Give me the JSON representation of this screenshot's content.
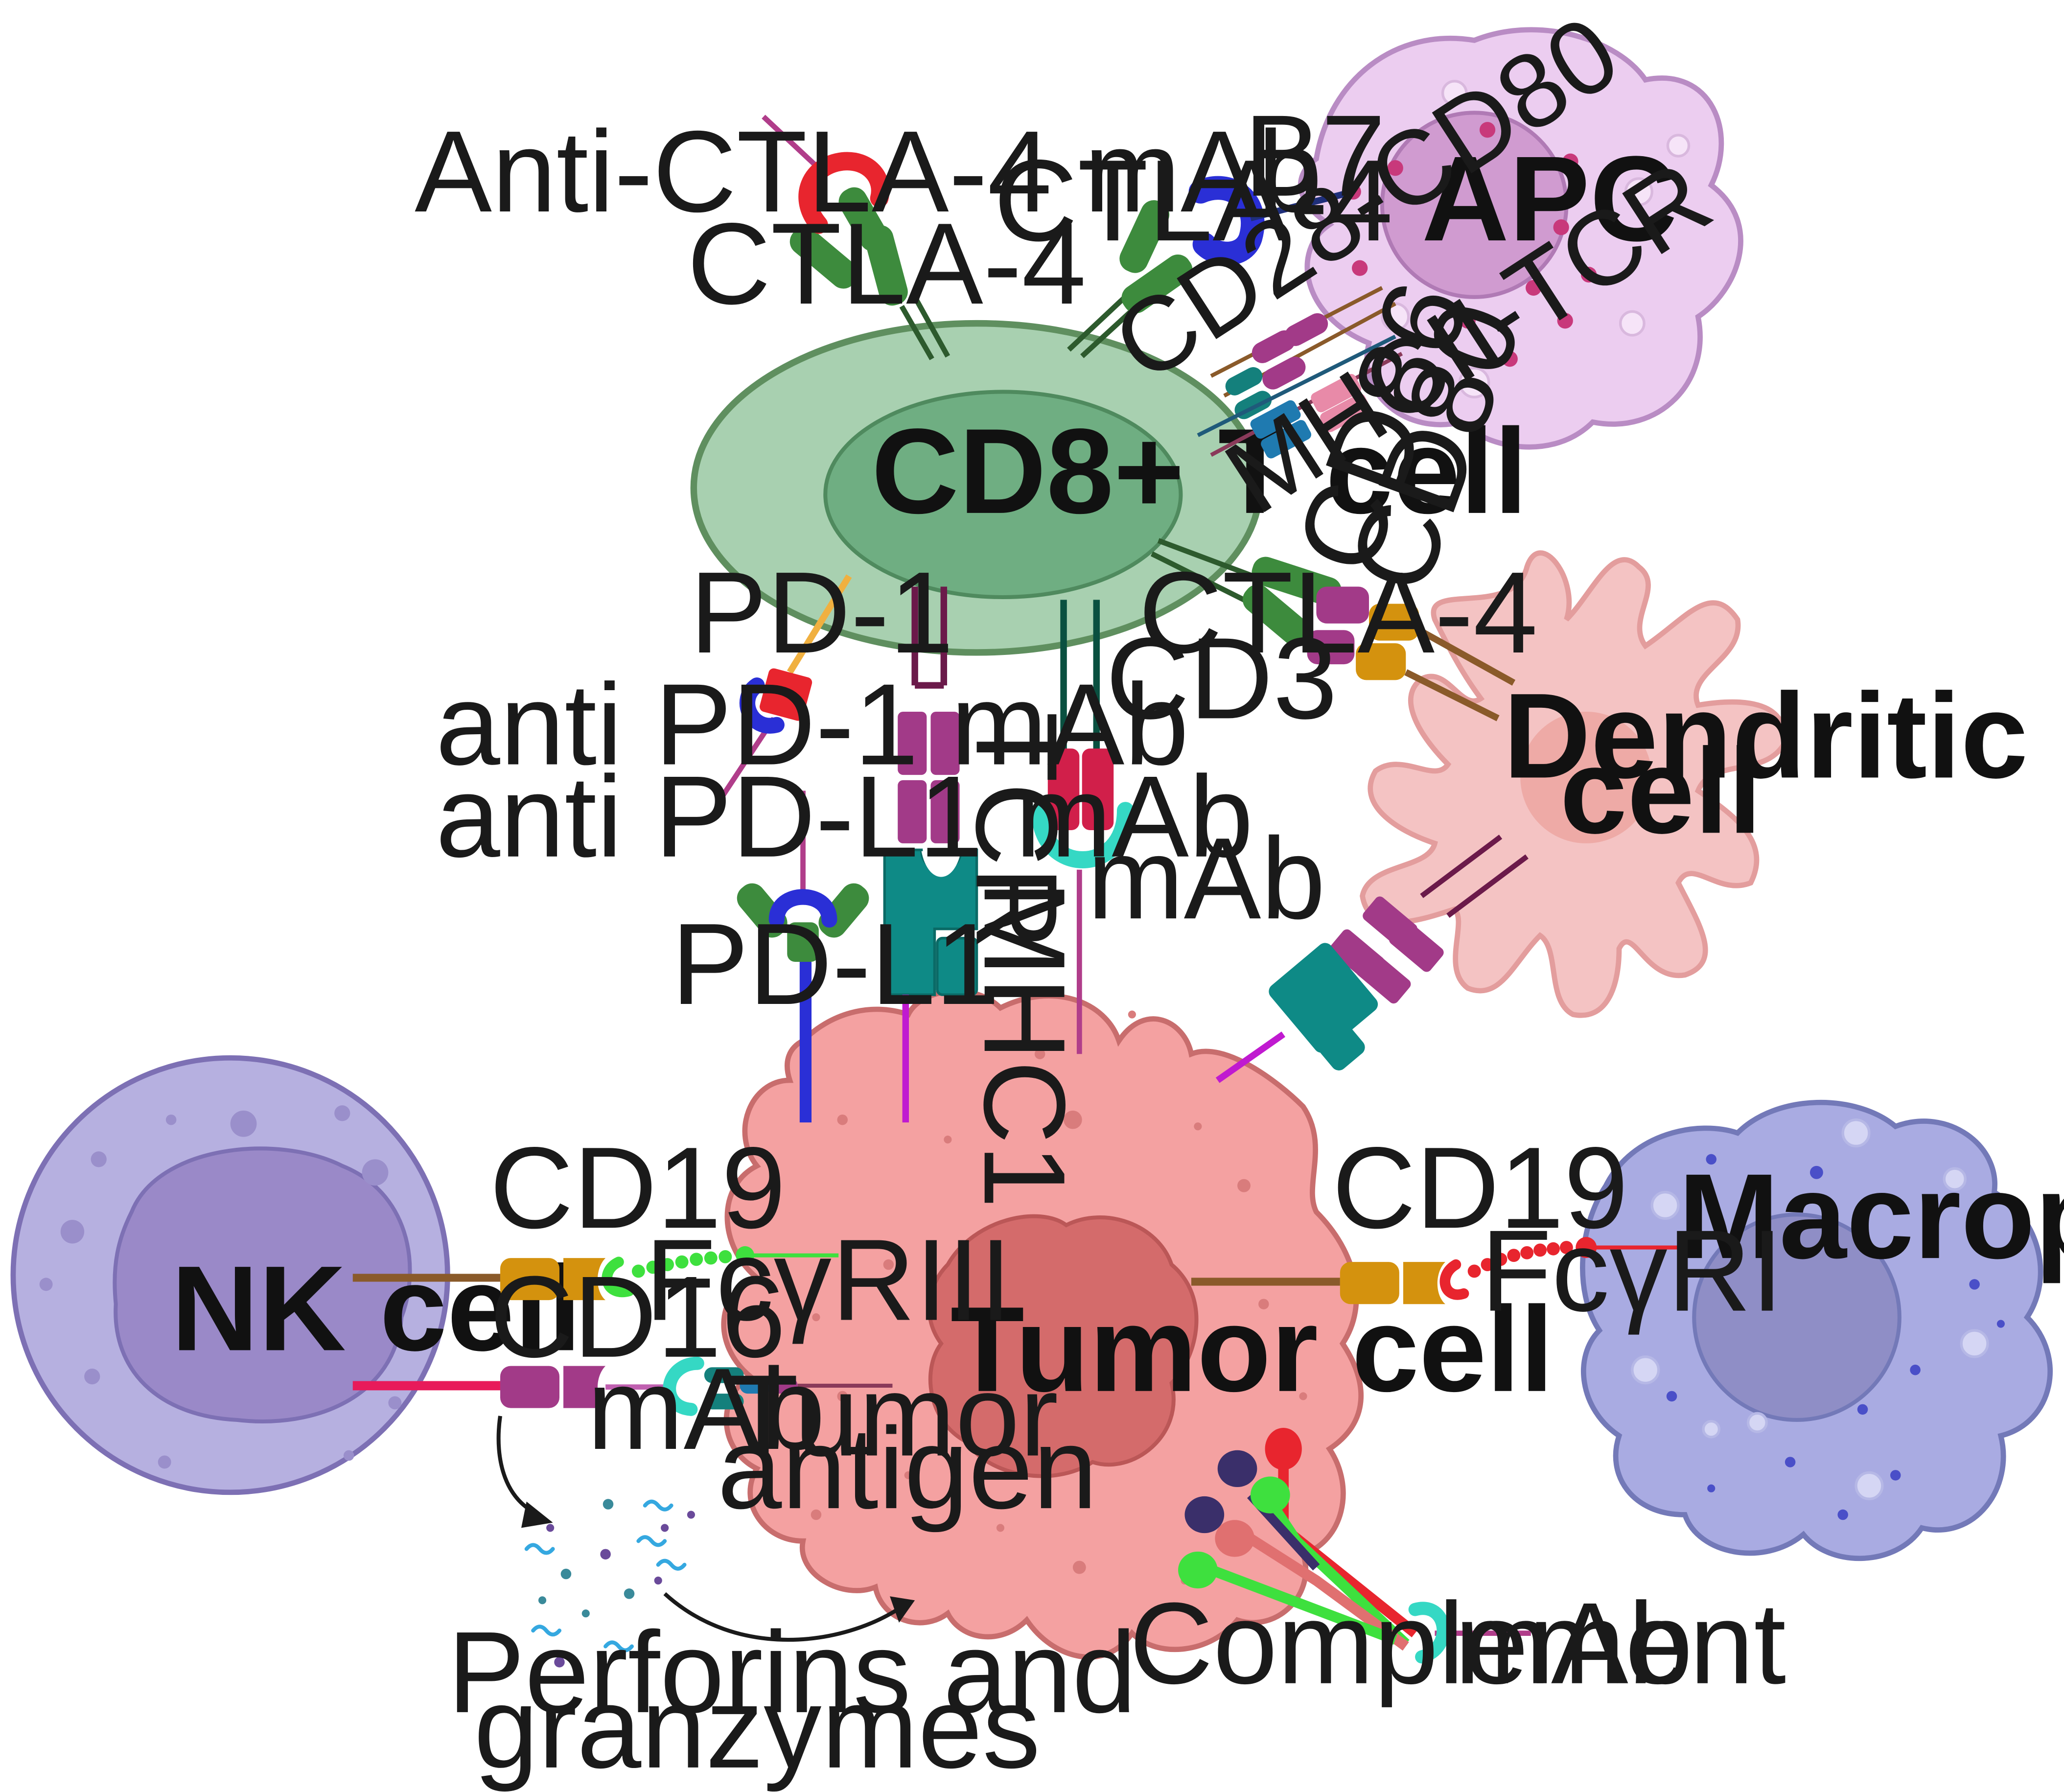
{
  "cells": {
    "t_cell": "CD8+ T cell",
    "apc": "APC",
    "dendritic_line1": "Dendritic",
    "dendritic_line2": "cell",
    "tumor": "Tumor cell",
    "nk": "NK cell",
    "macrophage": "Macrophage"
  },
  "labels": {
    "anti_ctla4_mab": "Anti-CTLA-4 mAb",
    "ctla4_left": "CTLA-4",
    "ctla4_top": "CTLA-4",
    "b7": "B7",
    "cd28_cd80": "CD28-CD80",
    "mhcii_tcr": "MHCII-TCR",
    "cd86": "CD86",
    "cd80": "CD80",
    "ctla4_right": "CTLA-4",
    "pd1": "PD-1",
    "anti_pd1_mab": "anti PD-1 mAb",
    "anti_pdl1_mab": "anti PD-L1 mAb",
    "tcr": "TCR",
    "cd3": "CD3",
    "mhc1": "MHC1",
    "mab_cd3": "mAb",
    "pdl1": "PD-L1",
    "cd19_left": "CD19",
    "fcgriii": "FcγRIII",
    "cd16": "CD16",
    "mab_nk": "mAb",
    "tumor_antigen_line1": "Tumor",
    "tumor_antigen_line2": "antigen",
    "perforins_line1": "Perforins and",
    "perforins_line2": "granzymes",
    "cd19_right": "CD19",
    "fcgri": "FcγRI",
    "complement": "Complement",
    "mab_complement": "mAb"
  },
  "colors": {
    "t_cell_outer": "#a8d0b0",
    "t_cell_inner": "#6fae82",
    "apc_body": "#eccdf0",
    "apc_nucleus": "#d09bd0",
    "dendritic_body": "#f4c3c3",
    "tumor_body": "#f4a1a1",
    "tumor_nucleus": "#d46b6b",
    "nk_body": "#b6b0e0",
    "nk_nucleus": "#9a89c8",
    "macrophage_body": "#a9abe2",
    "macrophage_nucleus": "#8f8ec6",
    "ctla4_green": "#3d8b3d",
    "antibody_red": "#e8252e",
    "antibody_blue": "#2a2fd6",
    "tcr_magenta": "#a23a88",
    "mhc_teal": "#0e8a86",
    "cd19_gold": "#d4920e",
    "mab_cyan": "#35d8c4"
  }
}
